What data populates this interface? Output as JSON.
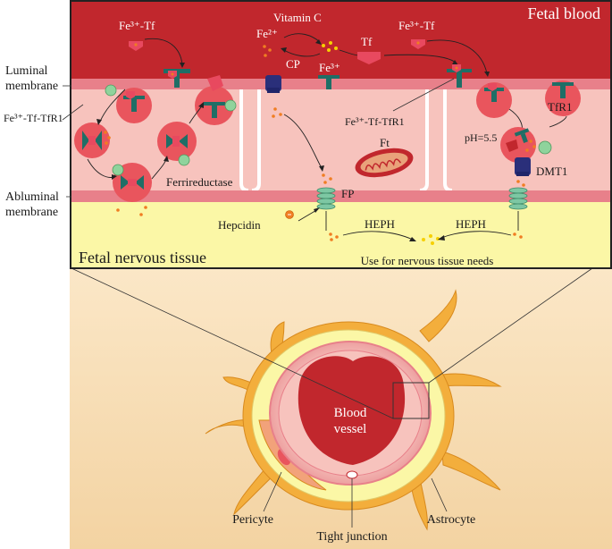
{
  "labels": {
    "fetal_blood": "Fetal blood",
    "luminal_membrane_1": "Luminal",
    "luminal_membrane_2": "membrane",
    "abluminal_membrane_1": "Abluminal",
    "abluminal_membrane_2": "membrane",
    "fetal_nervous_tissue": "Fetal nervous tissue",
    "use_for_tissue": "Use for nervous tissue needs",
    "fe3_tf_a": "Fe³⁺-Tf",
    "fe3_tf_b": "Fe³⁺-Tf",
    "fe3_tf_tfr1_left": "Fe³⁺-Tf-TfR1",
    "fe3_tf_tfr1_mid": "Fe³⁺-Tf-TfR1",
    "fe2": "Fe²⁺",
    "fe3": "Fe³⁺",
    "vitamin_c": "Vitamin C",
    "cp": "CP",
    "tf": "Tf",
    "ft": "Ft",
    "fp": "FP",
    "tfr1": "TfR1",
    "ph": "pH=5.5",
    "dmt1": "DMT1",
    "ferrireductase": "Ferrireductase",
    "hepcidin": "Hepcidin",
    "heph_left": "HEPH",
    "heph_right": "HEPH",
    "blood_vessel_1": "Blood",
    "blood_vessel_2": "vessel",
    "pericyte": "Pericyte",
    "tight_junction": "Tight junction",
    "astrocyte": "Astrocyte"
  },
  "colors": {
    "blood": "#c1272d",
    "membrane": "#e8808a",
    "cell": "#f7c3bd",
    "vesicle": "#e9555d",
    "tissue": "#fbf7a6",
    "background_lower": "#f7dcae",
    "astrocyte": "#f3ae3c",
    "receptor": "#1f6e66",
    "ferritin_bead": "#8fd39c",
    "dmt1": "#2a2f7a",
    "fp": "#7dc7a3",
    "iron_dot": "#f07d22"
  }
}
